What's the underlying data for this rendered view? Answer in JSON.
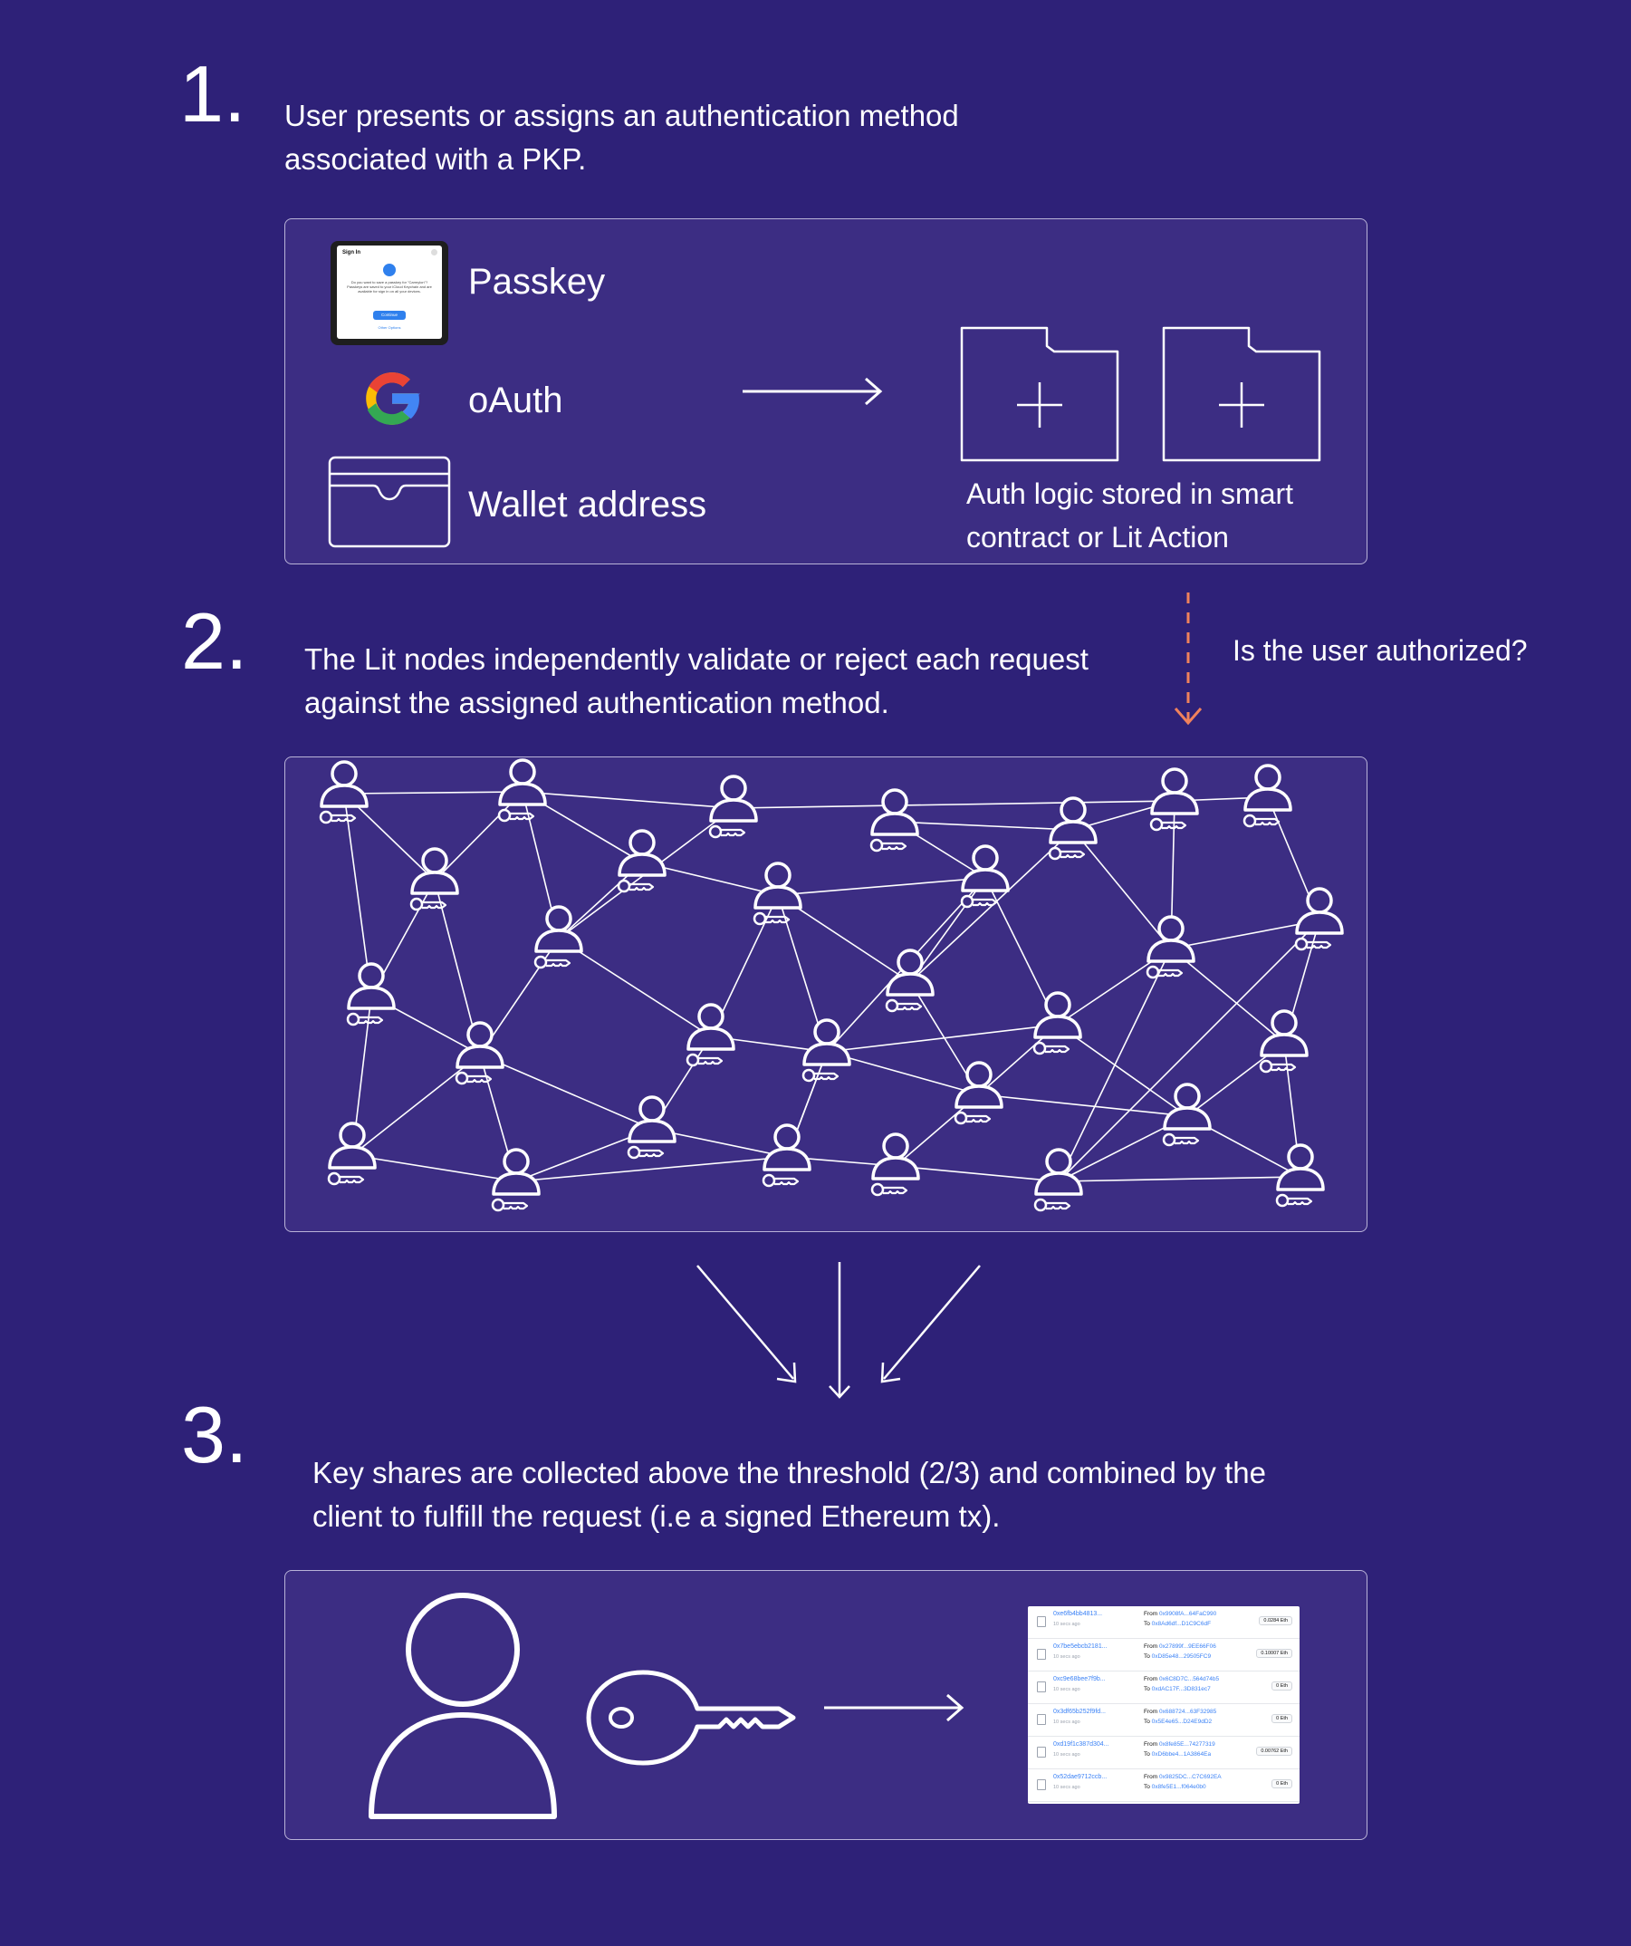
{
  "steps": [
    {
      "number": "1.",
      "text_line1": "User presents or assigns an authentication method",
      "text_line2": "associated with a PKP."
    },
    {
      "number": "2.",
      "text_line1": "The Lit nodes independently validate or reject each request",
      "text_line2": "against the assigned authentication method."
    },
    {
      "number": "3.",
      "text_line1": "Key shares are collected above the threshold (2/3) and combined by the",
      "text_line2": "client to fulfill the request (i.e a signed Ethereum tx)."
    }
  ],
  "auth_methods": [
    {
      "label": "Passkey",
      "icon": "passkey-dialog-icon"
    },
    {
      "label": "oAuth",
      "icon": "google-icon"
    },
    {
      "label": "Wallet address",
      "icon": "wallet-icon"
    }
  ],
  "passkey_dialog": {
    "title": "Sign In",
    "body": "Do you want to save a passkey for \"Carmylon\"? Passkeys are saved to your iCloud Keychain and are available for sign in on all your devices.",
    "button": "Continue",
    "link": "Other Options"
  },
  "auth_logic": {
    "line1": "Auth logic stored in smart",
    "line2": "contract or Lit Action"
  },
  "question": "Is the user authorized?",
  "colors": {
    "background": "#2e2178",
    "panel": "#3c2d83",
    "dashed_arrow": "#f0825c",
    "google_blue": "#4285f4",
    "google_red": "#ea4335",
    "google_yellow": "#fbbc05",
    "google_green": "#34a853"
  },
  "transactions": [
    {
      "hash": "0xe6fb4bb4813...",
      "age": "10 secs ago",
      "from": "0x9908fA...64FaC990",
      "to": "0x8Ad6df...D1C9C6dF",
      "value": "0.0284 Eth"
    },
    {
      "hash": "0x7be5ebcb2181...",
      "age": "10 secs ago",
      "from": "0x27899f...9EE66F06",
      "to": "0xD85e48...29505FC9",
      "value": "0.10007 Eth"
    },
    {
      "hash": "0xc9e68bee7f9b...",
      "age": "10 secs ago",
      "from": "0x6C8D7C...564d74b5",
      "to": "0xdAC17F...3D831ec7",
      "value": "0 Eth"
    },
    {
      "hash": "0x3df65b252f9fd...",
      "age": "10 secs ago",
      "from": "0x688724...63F32985",
      "to": "0x5E4e65...D24E9dD2",
      "value": "0 Eth"
    },
    {
      "hash": "0xd19f1c387d304...",
      "age": "10 secs ago",
      "from": "0x8fe85E...74277319",
      "to": "0xD6bbe4...1A3864Ea",
      "value": "0.00762 Eth"
    },
    {
      "hash": "0x52dae9712ccb...",
      "age": "10 secs ago",
      "from": "0x9825DC...C7C692EA",
      "to": "0x8fe5E1...f064e0b0",
      "value": "0 Eth"
    }
  ]
}
